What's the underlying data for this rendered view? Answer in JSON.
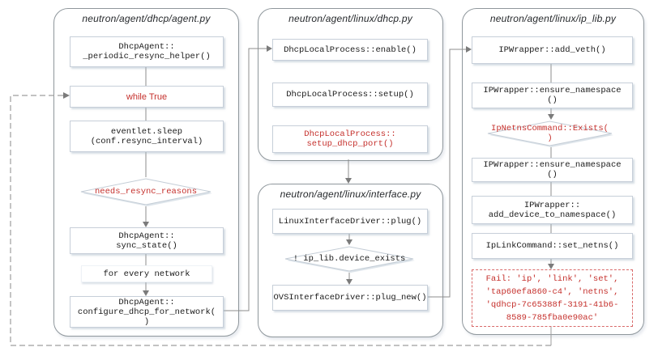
{
  "colors": {
    "red_text": "#c5302c",
    "fail_border": "#d96a6a",
    "connector": "#8c8c8c",
    "dashed_loop": "#9d9d9d",
    "box_border": "#c7cfd9",
    "container_border": "#8f979c"
  },
  "containers": {
    "agent": {
      "title": "neutron/agent/dhcp/agent.py",
      "nodes": {
        "periodic": [
          "DhcpAgent::",
          "_periodic_resync_helper()"
        ],
        "while_true": "while True",
        "sleep": [
          "eventlet.sleep",
          "(conf.resync_interval)"
        ],
        "needs_resync": "needs_resync_reasons",
        "sync_state": [
          "DhcpAgent::",
          "sync_state()"
        ],
        "for_every": "for every network",
        "configure": [
          "DhcpAgent::",
          "configure_dhcp_for_network(",
          ")"
        ]
      }
    },
    "dhcp": {
      "title": "neutron/agent/linux/dhcp.py",
      "nodes": {
        "enable": "DhcpLocalProcess::enable()",
        "setup": "DhcpLocalProcess::setup()",
        "setup_dhcp_port": [
          "DhcpLocalProcess::",
          "setup_dhcp_port()"
        ]
      }
    },
    "interface": {
      "title": "neutron/agent/linux/interface.py",
      "nodes": {
        "plug": "LinuxInterfaceDriver::plug()",
        "device_exists": "! ip_lib.device_exists",
        "plug_new": "OVSInterfaceDriver::plug_new()"
      }
    },
    "ip_lib": {
      "title": "neutron/agent/linux/ip_lib.py",
      "nodes": {
        "add_veth": "IPWrapper::add_veth()",
        "ensure_ns1": [
          "IPWrapper::ensure_namespace",
          "()"
        ],
        "netns_exists": [
          "IpNetnsCommand::Exists(",
          ")"
        ],
        "ensure_ns2": [
          "IPWrapper::ensure_namespace",
          "()"
        ],
        "add_device": [
          "IPWrapper::",
          "add_device_to_namespace()"
        ],
        "set_netns": "IpLinkCommand::set_netns()",
        "fail": [
          "Fail: 'ip', 'link', 'set',",
          "'tap60efa860-c4', 'netns',",
          "'qdhcp-7c65388f-3191-41b6-",
          "8589-785fba0e90ac'"
        ]
      }
    }
  }
}
